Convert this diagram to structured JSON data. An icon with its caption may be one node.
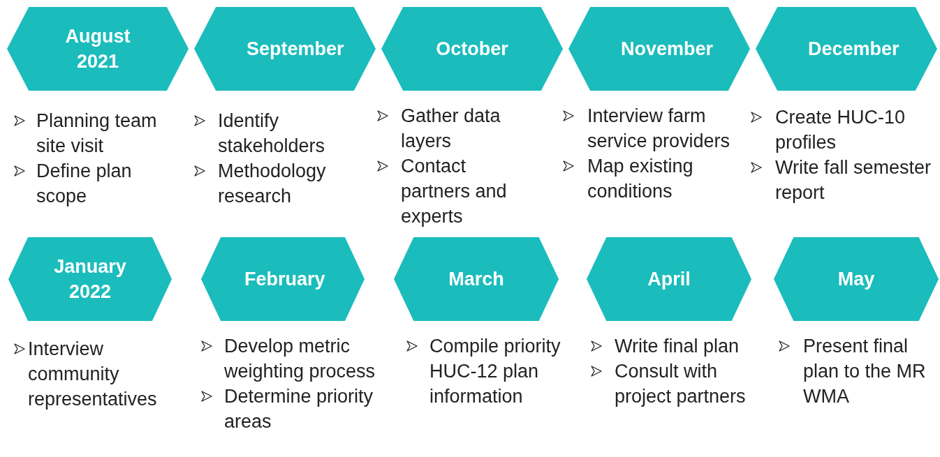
{
  "diagram": {
    "nodes": [
      {
        "text": [
          "August 2021"
        ],
        "beside": [
          "Planning team site visit",
          "Define plan scope"
        ]
      },
      {
        "text": [
          "September"
        ],
        "beside": [
          "Identify stakeholders",
          "Methodology research"
        ]
      },
      {
        "text": [
          "October"
        ],
        "beside": [
          "Gather data layers",
          "Contact partners and experts"
        ]
      },
      {
        "text": [
          "November"
        ],
        "beside": [
          "Interview farm service providers",
          "Map existing conditions"
        ]
      },
      {
        "text": [
          "December"
        ],
        "beside": [
          "Create HUC-10 profiles",
          "Write fall semester report"
        ]
      },
      {
        "text": [
          "January 2022"
        ],
        "beside": [
          "Interview community representatives"
        ]
      },
      {
        "text": [
          "February"
        ],
        "beside": [
          "Develop metric weighting process",
          "Determine priority areas"
        ]
      },
      {
        "text": [
          "March"
        ],
        "beside": [
          "Compile priority HUC-12 plan information"
        ]
      },
      {
        "text": [
          "April"
        ],
        "beside": [
          "Write final plan",
          "Consult with project partners"
        ]
      },
      {
        "text": [
          "May"
        ],
        "beside": [
          "Present final plan to the MR WMA"
        ]
      }
    ]
  }
}
